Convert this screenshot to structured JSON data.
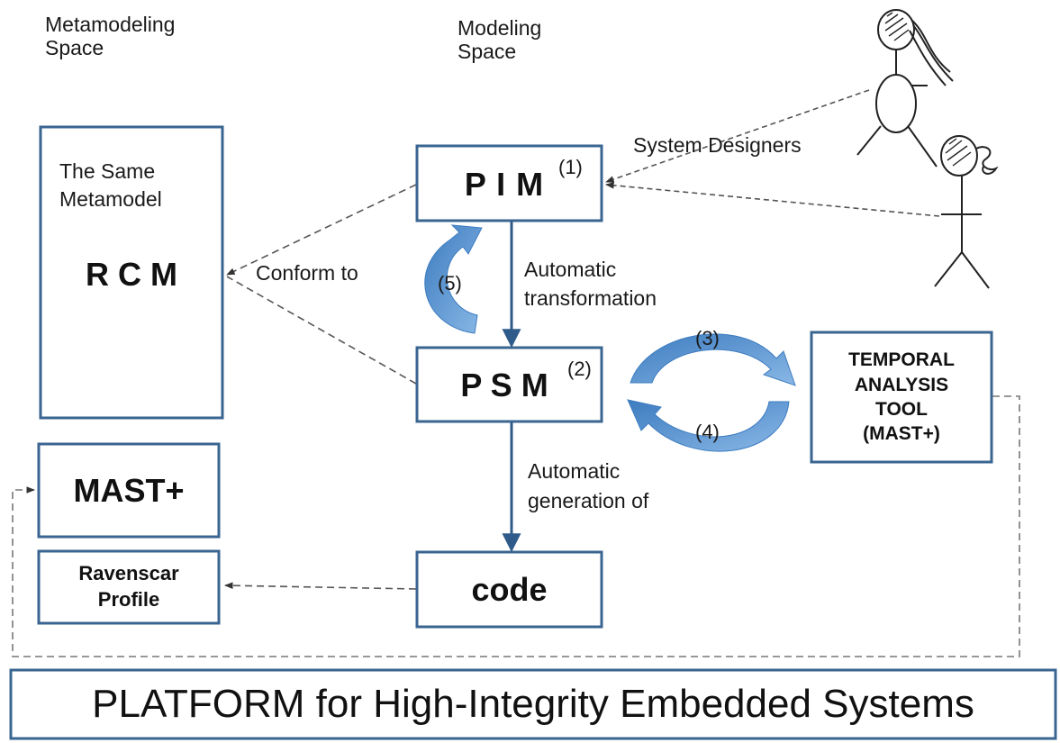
{
  "spaces": {
    "metamodeling": "Metamodeling\nSpace",
    "modeling": "Modeling\nSpace"
  },
  "rcm_box": {
    "caption": "The Same\nMetamodel",
    "title": "R C M"
  },
  "pim_box": {
    "title": "P I M",
    "marker": "(1)"
  },
  "psm_box": {
    "title": "P S M",
    "marker": "(2)"
  },
  "code_box": {
    "title": "code"
  },
  "mast_box": {
    "title": "MAST+"
  },
  "ravenscar_box": {
    "title": "Ravenscar\nProfile"
  },
  "tool_box": {
    "title": "TEMPORAL\nANALYSIS\nTOOL\n(MAST+)"
  },
  "platform_box": {
    "title": "PLATFORM for High-Integrity Embedded Systems"
  },
  "edges": {
    "conform_to": "Conform to",
    "auto_transformation": "Automatic\ntransformation",
    "auto_generation": "Automatic\ngeneration of",
    "system_designers": "System Designers"
  },
  "cycle_markers": {
    "step3": "(3)",
    "step4": "(4)",
    "step5": "(5)"
  },
  "colors": {
    "box_border": "#3a6591",
    "arrow_dark": "#2f5b8a",
    "curved_arrow": "#5b9bd5",
    "dashed_line": "#555555"
  }
}
